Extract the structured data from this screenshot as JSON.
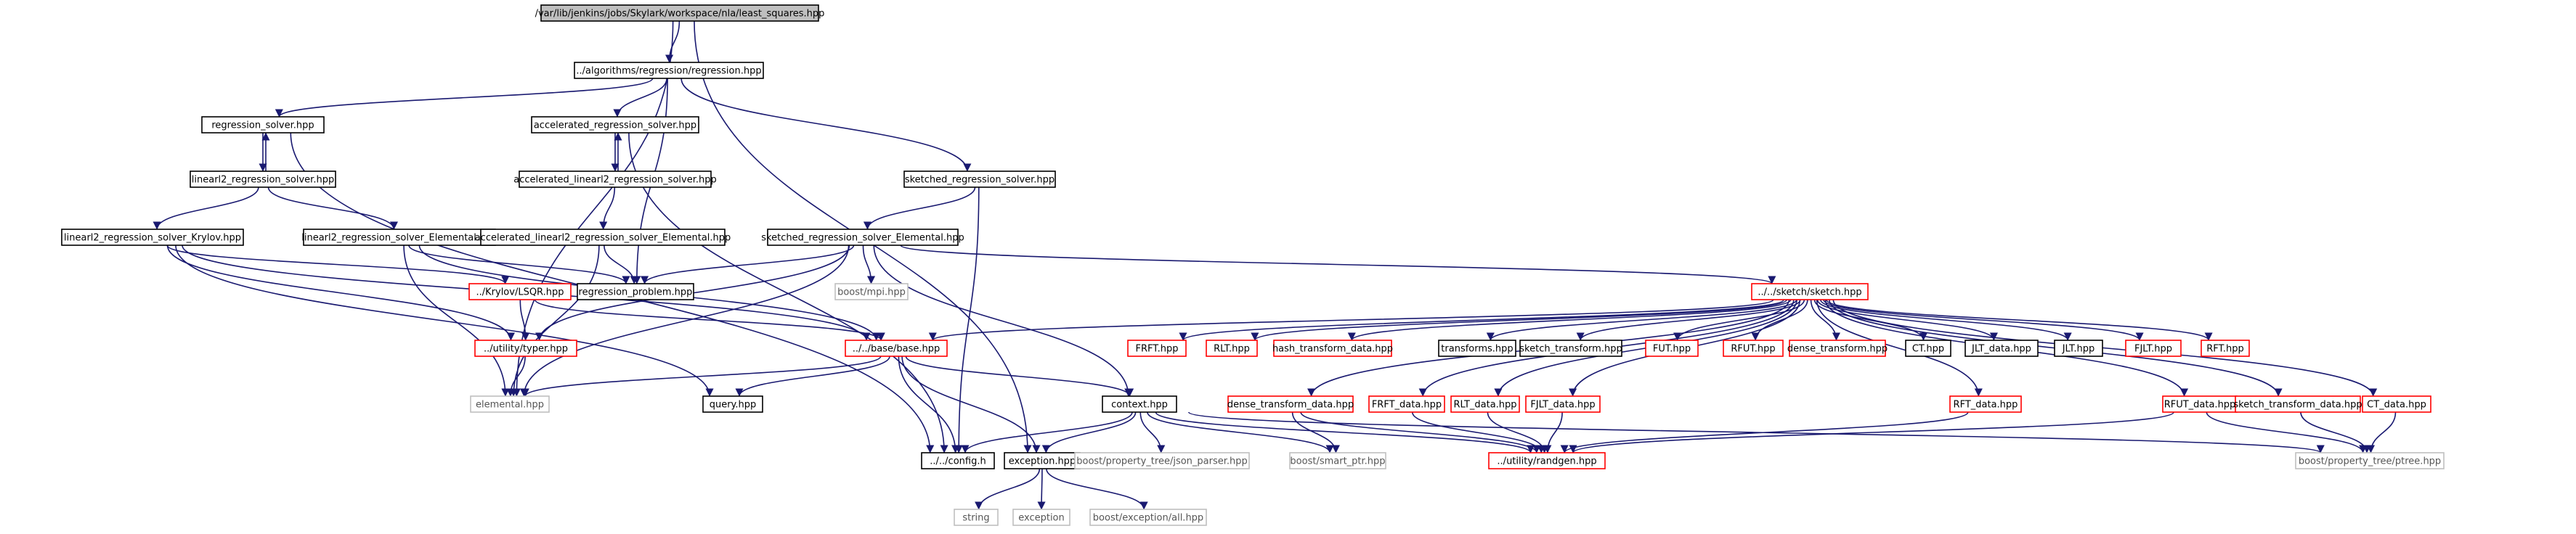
{
  "graph": {
    "colors": {
      "edge": "#191970",
      "root_fill": "#bfbfbf",
      "normal_border": "#000000",
      "truncated_border": "#ff0000",
      "external_border": "#bfbfbf",
      "external_text": "#555555",
      "text": "#000000"
    },
    "nodes": [
      {
        "id": "root",
        "label": "/var/lib/jenkins/jobs/Skylark/workspace/nla/least_squares.hpp",
        "kind": "root"
      },
      {
        "id": "regression",
        "label": "../algorithms/regression/regression.hpp",
        "kind": "normal"
      },
      {
        "id": "regression_solver",
        "label": "regression_solver.hpp",
        "kind": "normal"
      },
      {
        "id": "accel_solver",
        "label": "accelerated_regression_solver.hpp",
        "kind": "normal"
      },
      {
        "id": "linearl2",
        "label": "linearl2_regression_solver.hpp",
        "kind": "normal"
      },
      {
        "id": "accel_linearl2",
        "label": "accelerated_linearl2_regression_solver.hpp",
        "kind": "normal"
      },
      {
        "id": "sketched_solver",
        "label": "sketched_regression_solver.hpp",
        "kind": "normal"
      },
      {
        "id": "linearl2_krylov",
        "label": "linearl2_regression_solver_Krylov.hpp",
        "kind": "normal"
      },
      {
        "id": "linearl2_elemental",
        "label": "linearl2_regression_solver_Elemental.hpp",
        "kind": "normal"
      },
      {
        "id": "accel_linearl2_elemental",
        "label": "accelerated_linearl2_regression_solver_Elemental.hpp",
        "kind": "normal"
      },
      {
        "id": "sketched_elemental",
        "label": "sketched_regression_solver_Elemental.hpp",
        "kind": "normal"
      },
      {
        "id": "regression_problem",
        "label": "regression_problem.hpp",
        "kind": "normal"
      },
      {
        "id": "boost_mpi",
        "label": "boost/mpi.hpp",
        "kind": "external"
      },
      {
        "id": "krylov_lsqr",
        "label": "../Krylov/LSQR.hpp",
        "kind": "truncated"
      },
      {
        "id": "utility_typer",
        "label": "../utility/typer.hpp",
        "kind": "truncated"
      },
      {
        "id": "base_base",
        "label": "../../base/base.hpp",
        "kind": "truncated"
      },
      {
        "id": "sketch",
        "label": "../../sketch/sketch.hpp",
        "kind": "truncated"
      },
      {
        "id": "elemental",
        "label": "elemental.hpp",
        "kind": "external"
      },
      {
        "id": "query",
        "label": "query.hpp",
        "kind": "normal"
      },
      {
        "id": "context",
        "label": "context.hpp",
        "kind": "normal"
      },
      {
        "id": "config",
        "label": "../../config.h",
        "kind": "normal"
      },
      {
        "id": "exception",
        "label": "exception.hpp",
        "kind": "normal"
      },
      {
        "id": "json_parser",
        "label": "boost/property_tree/json_parser.hpp",
        "kind": "external"
      },
      {
        "id": "smart_ptr",
        "label": "boost/smart_ptr.hpp",
        "kind": "external"
      },
      {
        "id": "string",
        "label": "string",
        "kind": "external"
      },
      {
        "id": "exception_ext",
        "label": "exception",
        "kind": "external"
      },
      {
        "id": "boost_exc_all",
        "label": "boost/exception/all.hpp",
        "kind": "external"
      },
      {
        "id": "frft",
        "label": "FRFT.hpp",
        "kind": "truncated"
      },
      {
        "id": "rlt",
        "label": "RLT.hpp",
        "kind": "truncated"
      },
      {
        "id": "hash_transform_data",
        "label": "hash_transform_data.hpp",
        "kind": "truncated"
      },
      {
        "id": "transforms",
        "label": "transforms.hpp",
        "kind": "normal"
      },
      {
        "id": "sketch_transform",
        "label": "sketch_transform.hpp",
        "kind": "normal"
      },
      {
        "id": "fut",
        "label": "FUT.hpp",
        "kind": "truncated"
      },
      {
        "id": "rfut",
        "label": "RFUT.hpp",
        "kind": "truncated"
      },
      {
        "id": "dense_transform",
        "label": "dense_transform.hpp",
        "kind": "truncated"
      },
      {
        "id": "ct",
        "label": "CT.hpp",
        "kind": "normal"
      },
      {
        "id": "jlt_data",
        "label": "JLT_data.hpp",
        "kind": "normal"
      },
      {
        "id": "jlt",
        "label": "JLT.hpp",
        "kind": "normal"
      },
      {
        "id": "fjlt",
        "label": "FJLT.hpp",
        "kind": "truncated"
      },
      {
        "id": "rft",
        "label": "RFT.hpp",
        "kind": "truncated"
      },
      {
        "id": "dense_transform_data",
        "label": "dense_transform_data.hpp",
        "kind": "truncated"
      },
      {
        "id": "frft_data",
        "label": "FRFT_data.hpp",
        "kind": "truncated"
      },
      {
        "id": "rlt_data",
        "label": "RLT_data.hpp",
        "kind": "truncated"
      },
      {
        "id": "fjlt_data",
        "label": "FJLT_data.hpp",
        "kind": "truncated"
      },
      {
        "id": "rft_data",
        "label": "RFT_data.hpp",
        "kind": "truncated"
      },
      {
        "id": "rfut_data",
        "label": "RFUT_data.hpp",
        "kind": "truncated"
      },
      {
        "id": "sketch_transform_data",
        "label": "sketch_transform_data.hpp",
        "kind": "truncated"
      },
      {
        "id": "ct_data",
        "label": "CT_data.hpp",
        "kind": "truncated"
      },
      {
        "id": "randgen",
        "label": "../utility/randgen.hpp",
        "kind": "truncated"
      },
      {
        "id": "ptree",
        "label": "boost/property_tree/ptree.hpp",
        "kind": "external"
      }
    ],
    "edges": [
      [
        "root",
        "regression"
      ],
      [
        "root",
        "elemental"
      ],
      [
        "root",
        "exception"
      ],
      [
        "regression",
        "regression_solver"
      ],
      [
        "regression",
        "accel_solver"
      ],
      [
        "regression",
        "sketched_solver"
      ],
      [
        "regression",
        "regression_problem"
      ],
      [
        "regression_solver",
        "linearl2"
      ],
      [
        "linearl2",
        "regression_solver"
      ],
      [
        "regression_solver",
        "config"
      ],
      [
        "accel_solver",
        "accel_linearl2"
      ],
      [
        "accel_linearl2",
        "accel_solver"
      ],
      [
        "accel_solver",
        "config"
      ],
      [
        "linearl2",
        "linearl2_krylov"
      ],
      [
        "linearl2",
        "linearl2_elemental"
      ],
      [
        "accel_linearl2",
        "accel_linearl2_elemental"
      ],
      [
        "sketched_solver",
        "sketched_elemental"
      ],
      [
        "sketched_solver",
        "config"
      ],
      [
        "linearl2_krylov",
        "krylov_lsqr"
      ],
      [
        "linearl2_krylov",
        "utility_typer"
      ],
      [
        "linearl2_krylov",
        "base_base"
      ],
      [
        "linearl2_krylov",
        "query"
      ],
      [
        "linearl2_elemental",
        "elemental"
      ],
      [
        "linearl2_elemental",
        "regression_problem"
      ],
      [
        "linearl2_elemental",
        "base_base"
      ],
      [
        "accel_linearl2_elemental",
        "regression_problem"
      ],
      [
        "accel_linearl2_elemental",
        "elemental"
      ],
      [
        "sketched_elemental",
        "regression_problem"
      ],
      [
        "sketched_elemental",
        "boost_mpi"
      ],
      [
        "sketched_elemental",
        "utility_typer"
      ],
      [
        "sketched_elemental",
        "elemental"
      ],
      [
        "sketched_elemental",
        "context"
      ],
      [
        "sketched_elemental",
        "sketch"
      ],
      [
        "krylov_lsqr",
        "utility_typer"
      ],
      [
        "krylov_lsqr",
        "base_base"
      ],
      [
        "utility_typer",
        "elemental"
      ],
      [
        "base_base",
        "elemental"
      ],
      [
        "base_base",
        "query"
      ],
      [
        "base_base",
        "context"
      ],
      [
        "base_base",
        "config"
      ],
      [
        "base_base",
        "exception"
      ],
      [
        "context",
        "config"
      ],
      [
        "context",
        "exception"
      ],
      [
        "context",
        "json_parser"
      ],
      [
        "context",
        "smart_ptr"
      ],
      [
        "context",
        "randgen"
      ],
      [
        "context",
        "ptree"
      ],
      [
        "exception",
        "string"
      ],
      [
        "exception",
        "exception_ext"
      ],
      [
        "exception",
        "boost_exc_all"
      ],
      [
        "sketch",
        "base_base"
      ],
      [
        "sketch",
        "frft"
      ],
      [
        "sketch",
        "rlt"
      ],
      [
        "sketch",
        "hash_transform_data"
      ],
      [
        "sketch",
        "transforms"
      ],
      [
        "sketch",
        "sketch_transform"
      ],
      [
        "sketch",
        "fut"
      ],
      [
        "sketch",
        "rfut"
      ],
      [
        "sketch",
        "dense_transform"
      ],
      [
        "sketch",
        "ct"
      ],
      [
        "sketch",
        "jlt_data"
      ],
      [
        "sketch",
        "jlt"
      ],
      [
        "sketch",
        "fjlt"
      ],
      [
        "sketch",
        "rft"
      ],
      [
        "sketch",
        "dense_transform_data"
      ],
      [
        "sketch",
        "frft_data"
      ],
      [
        "sketch",
        "rlt_data"
      ],
      [
        "sketch",
        "fjlt_data"
      ],
      [
        "sketch",
        "rft_data"
      ],
      [
        "sketch",
        "rfut_data"
      ],
      [
        "sketch",
        "sketch_transform_data"
      ],
      [
        "sketch",
        "ct_data"
      ],
      [
        "dense_transform_data",
        "randgen"
      ],
      [
        "dense_transform_data",
        "smart_ptr"
      ],
      [
        "frft_data",
        "randgen"
      ],
      [
        "rlt_data",
        "randgen"
      ],
      [
        "fjlt_data",
        "randgen"
      ],
      [
        "rft_data",
        "randgen"
      ],
      [
        "rfut_data",
        "randgen"
      ],
      [
        "rfut_data",
        "ptree"
      ],
      [
        "sketch_transform_data",
        "ptree"
      ],
      [
        "ct_data",
        "ptree"
      ]
    ]
  }
}
